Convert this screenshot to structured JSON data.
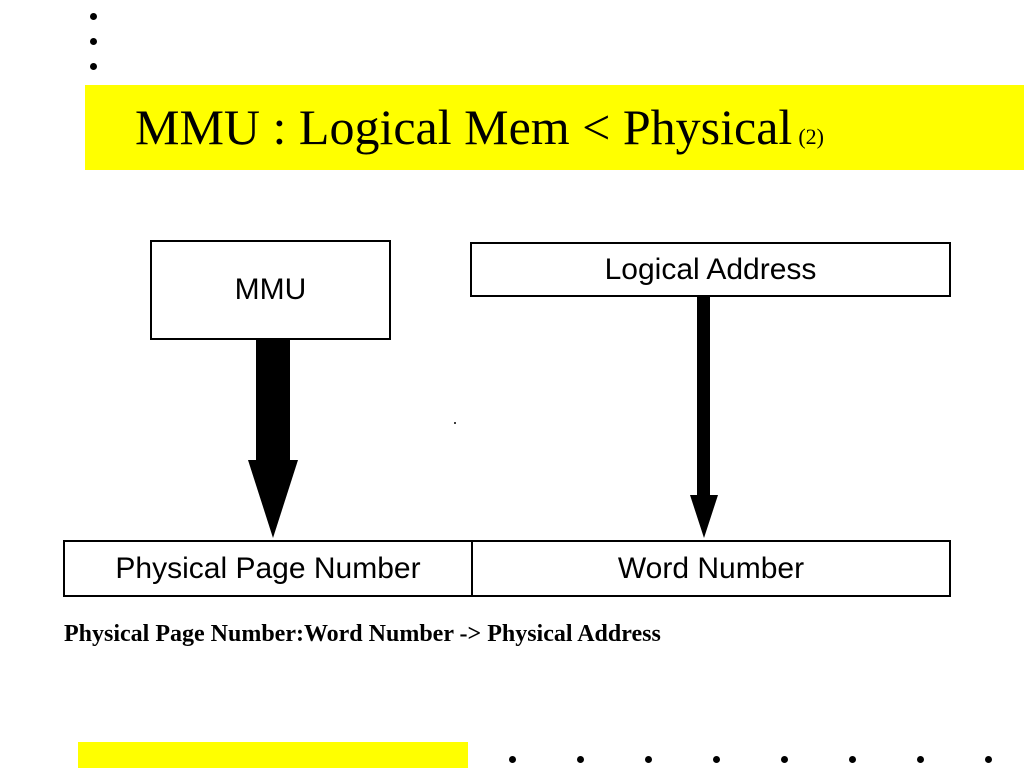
{
  "slide": {
    "title": "MMU : Logical Mem < Physical",
    "title_suffix": "(2)",
    "accent_color": "#ffff00",
    "caption": "Physical Page Number:Word Number -> Physical Address"
  },
  "diagram": {
    "mmu_box": "MMU",
    "logical_address_box": "Logical Address",
    "physical_page_number_box": "Physical Page Number",
    "word_number_box": "Word Number",
    "arrows": [
      {
        "from": "MMU",
        "to": "Physical Page Number",
        "style": "thick"
      },
      {
        "from": "Logical Address",
        "to": "Word Number",
        "style": "thin"
      }
    ]
  }
}
